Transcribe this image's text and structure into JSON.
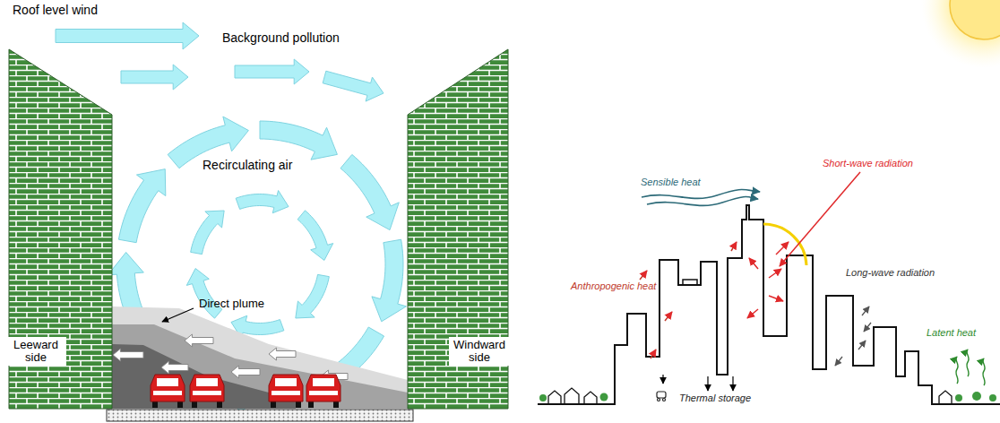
{
  "diagram": {
    "nodes": [
      {
        "text": [
          "Leeward side"
        ]
      },
      {
        "text": [
          "Windward side"
        ]
      }
    ],
    "labels": [
      "Roof level wind",
      "Background pollution",
      "Recirculating air",
      "Direct plume",
      "Sensible heat",
      "Short-wave radiation",
      "Anthropogenic heat",
      "Long-wave radiation",
      "Thermal storage",
      "Latent heat"
    ]
  }
}
